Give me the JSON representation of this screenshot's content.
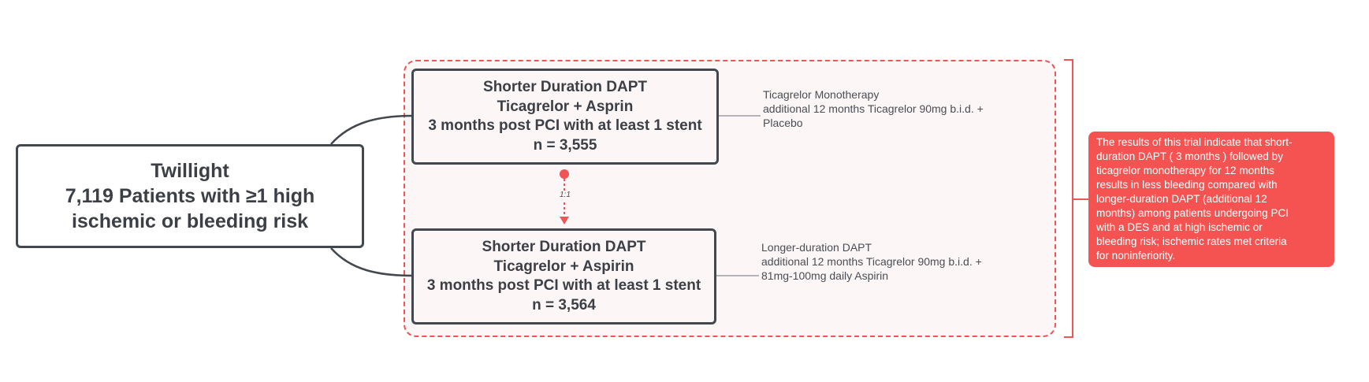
{
  "root": {
    "title": "Twillight",
    "line2": "7,119 Patients with ≥1 high",
    "line3": "ischemic or bleeding risk"
  },
  "arms": [
    {
      "line1": "Shorter Duration DAPT",
      "line2": "Ticagrelor +  Asprin",
      "line3": "3 months post PCI with at least 1 stent",
      "line4": "n = 3,555",
      "note": [
        "Ticagrelor Monotherapy",
        "additional 12 months Ticagrelor 90mg b.i.d. +",
        "Placebo"
      ]
    },
    {
      "line1": "Shorter Duration DAPT",
      "line2": "Ticagrelor + Aspirin",
      "line3": "3 months post PCI with at least 1 stent",
      "line4": "n = 3,564",
      "note": [
        "Longer-duration DAPT",
        "additional 12 months Ticagrelor 90mg b.i.d. +",
        "81mg-100mg daily Aspirin"
      ]
    }
  ],
  "randomization": {
    "ratio": "1:1"
  },
  "result": {
    "lines": [
      "The results of this trial indicate that short-",
      "duration DAPT ( 3 months ) followed by",
      "ticagrelor monotherapy for 12 months",
      "results in less bleeding compared with",
      "longer-duration DAPT (additional 12",
      "months) among patients undergoing PCI",
      "with a DES and at high ischemic or",
      "bleeding risk; ischemic rates met criteria",
      "for noninferiority."
    ]
  },
  "colors": {
    "accent_red": "#f55252",
    "dash_red": "#f05454",
    "node_border": "#43484e",
    "frame_fill": "#fcf6f6"
  }
}
